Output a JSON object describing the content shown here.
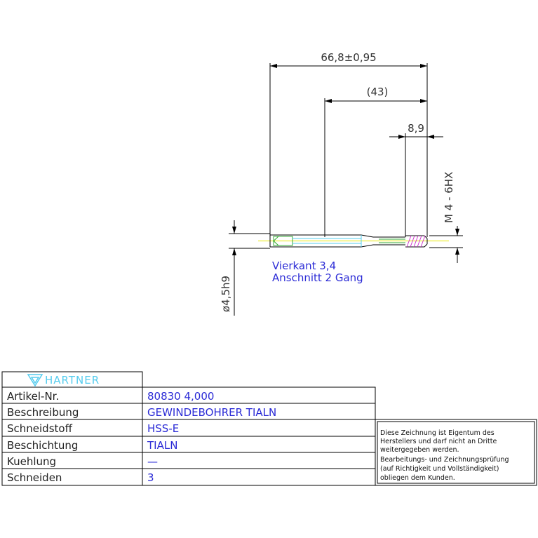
{
  "dimensions": {
    "overall_length": "66,8±0,95",
    "thread_length": "(43)",
    "chamfer_length": "8,9",
    "thread_spec": "M 4 - 6HX",
    "shank_diameter": "ø4,5h9"
  },
  "notes": {
    "square": "Vierkant 3,4",
    "chamfer": "Anschnitt 2 Gang"
  },
  "title_block": {
    "logo": "HARTNER",
    "rows": [
      {
        "label": "Artikel-Nr.",
        "value": "80830 4,000"
      },
      {
        "label": "Beschreibung",
        "value": "GEWINDEBOHRER TIALN"
      },
      {
        "label": "Schneidstoff",
        "value": "HSS-E"
      },
      {
        "label": "Beschichtung",
        "value": "TIALN"
      },
      {
        "label": "Kuehlung",
        "value": "—"
      },
      {
        "label": "Schneiden",
        "value": "3"
      }
    ]
  },
  "disclaimer": [
    "Diese Zeichnung ist Eigentum des",
    "Herstellers und darf nicht an Dritte",
    "weitergegeben werden.",
    "Bearbeitungs- und Zeichnungsprüfung",
    "(auf Richtigkeit und Vollständigkeit)",
    "obliegen dem Kunden."
  ],
  "colors": {
    "line": "#000000",
    "text_blue": "#2b2bd6",
    "cyan": "#55ccee",
    "yellow": "#e6e600",
    "green": "#33aa33",
    "magenta": "#cc33cc"
  }
}
